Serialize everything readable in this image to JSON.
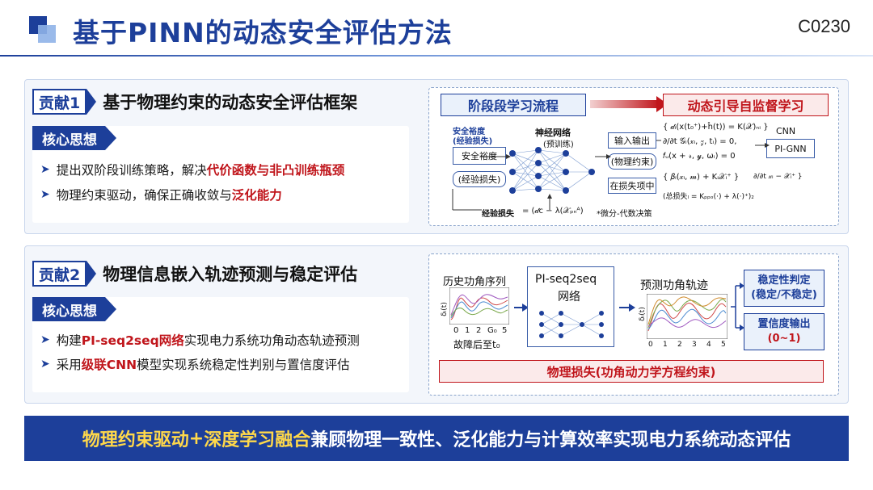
{
  "header": {
    "title": "基于PINN的动态安全评估方法",
    "code": "C0230"
  },
  "contribution1": {
    "badge": "贡献1",
    "title": "基于物理约束的动态安全评估框架",
    "core_label": "核心思想",
    "bullet1_pre": "提出双阶段训练策略，解决",
    "bullet1_hl": "代价函数与非凸训练瓶颈",
    "bullet2_pre": "物理约束驱动，确保正确收敛与",
    "bullet2_hl": "泛化能力"
  },
  "diagram1": {
    "stage_title": "阶段段学习流程",
    "self_title": "动态引导自监督学习",
    "margin_label": "安全裕度",
    "margin_sub": "(经验损失)",
    "margin_box": "安全裕度",
    "empirical_box": "(经验损失)",
    "nn_label": "神经网络",
    "nn_sub": "(预训练)",
    "io_box": "输入输出",
    "phys_box": "(物理约束)",
    "loss_box": "在损失项中",
    "cnn_label": "CNN",
    "pignn_box": "PI-GNN",
    "bottom_label": "经验损失",
    "bottom_formula": "= (𝒹c − λ(𝒳ₚₙᴬ)",
    "bottom_note": "*微分-代数决策",
    "eq1": "{ 𝒹ᵢ(x(t₀⁺)+ĥ(t)) = K(𝒳)ₙᵢ }",
    "eq2": "∂/∂t 𝒢ᵢ(𝓍ᵢ, 𝓏, tᵢ) = 0,",
    "eq3": "𝑓ᵤ(x + 𝓇, 𝓎, ωᵢ) = 0",
    "eq4": "{ 𝛽ᵢ(𝓍ᵢ, 𝓂) + Kᵢ𝒳ᵢ⁺ }",
    "eq5": "(总损失ₗ = Kₚₚₒ(·) + λ(·)⁺)₂",
    "eq6": "∂/∂t 𝓍ᵢ − 𝒳ᵢ⁺ }"
  },
  "contribution2": {
    "badge": "贡献2",
    "title": "物理信息嵌入轨迹预测与稳定评估",
    "core_label": "核心思想",
    "bullet1_pre": "构建",
    "bullet1_hl": "PI-seq2seq网络",
    "bullet1_post": "实现电力系统功角动态轨迹预测",
    "bullet2_pre": "采用",
    "bullet2_hl": "级联CNN",
    "bullet2_post": "模型实现系统稳定性判别与置信度评估"
  },
  "diagram2": {
    "history_label": "历史功角序列",
    "fault_label": "故障后至t₀",
    "history_ticks": [
      "0",
      "1",
      "2",
      "G₀",
      "5"
    ],
    "ylabel": "δᵢ(t)",
    "net_label1": "PI-seq2seq",
    "net_label2": "网络",
    "pred_label": "预测功角轨迹",
    "pred_ticks": [
      "0",
      "1",
      "2",
      "3",
      "4",
      "5"
    ],
    "stability_title": "稳定性判定",
    "stability_sub": "(稳定/不稳定)",
    "confidence_title": "置信度输出",
    "confidence_sub": "(0~1)",
    "phys_loss": "物理损失(功角动力学方程约束)"
  },
  "footer": {
    "hl1": "物理约束驱动",
    "plus": "+",
    "hl2": "深度学习融合",
    "rest": "兼顾物理一致性、泛化能力与计算效率实现电力系统动态评估"
  },
  "colors": {
    "primary": "#1d3f9a",
    "accent_red": "#c0151b",
    "highlight_yellow": "#ffd84a",
    "panel_bg": "#f3f6fb"
  }
}
